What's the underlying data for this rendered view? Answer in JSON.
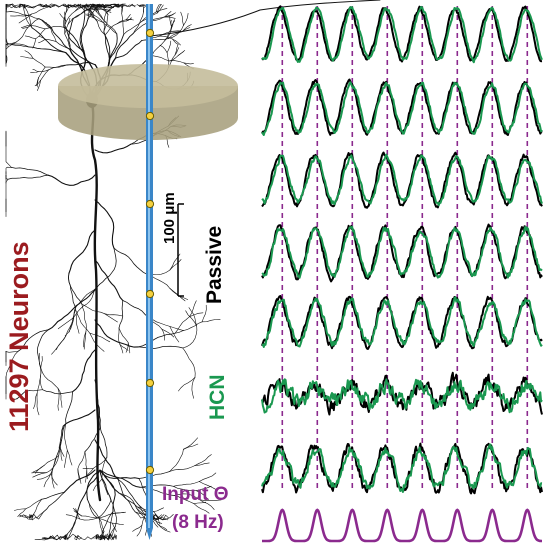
{
  "labels": {
    "neurons": "11297 Neurons",
    "passive": "Passive",
    "hcn": "HCN",
    "scale_bar": "100 μm",
    "input_line1": "Input Θ",
    "input_line2": "(8 Hz)"
  },
  "colors": {
    "neurons_label": "#9b1b1f",
    "hcn_trace": "#1a9850",
    "passive_trace": "#000000",
    "input": "#8b2a8e",
    "electrode": "#3a86c8",
    "recording_site": "#f4d03f",
    "slab": "#b5ad8c",
    "neuron": "#111111"
  },
  "traces": {
    "rows": 7,
    "cycles_shown": 8,
    "input_frequency_hz": 8
  },
  "icons": [
    "neuron-morphology",
    "electrode-probe",
    "tissue-slab",
    "scale-bar"
  ]
}
